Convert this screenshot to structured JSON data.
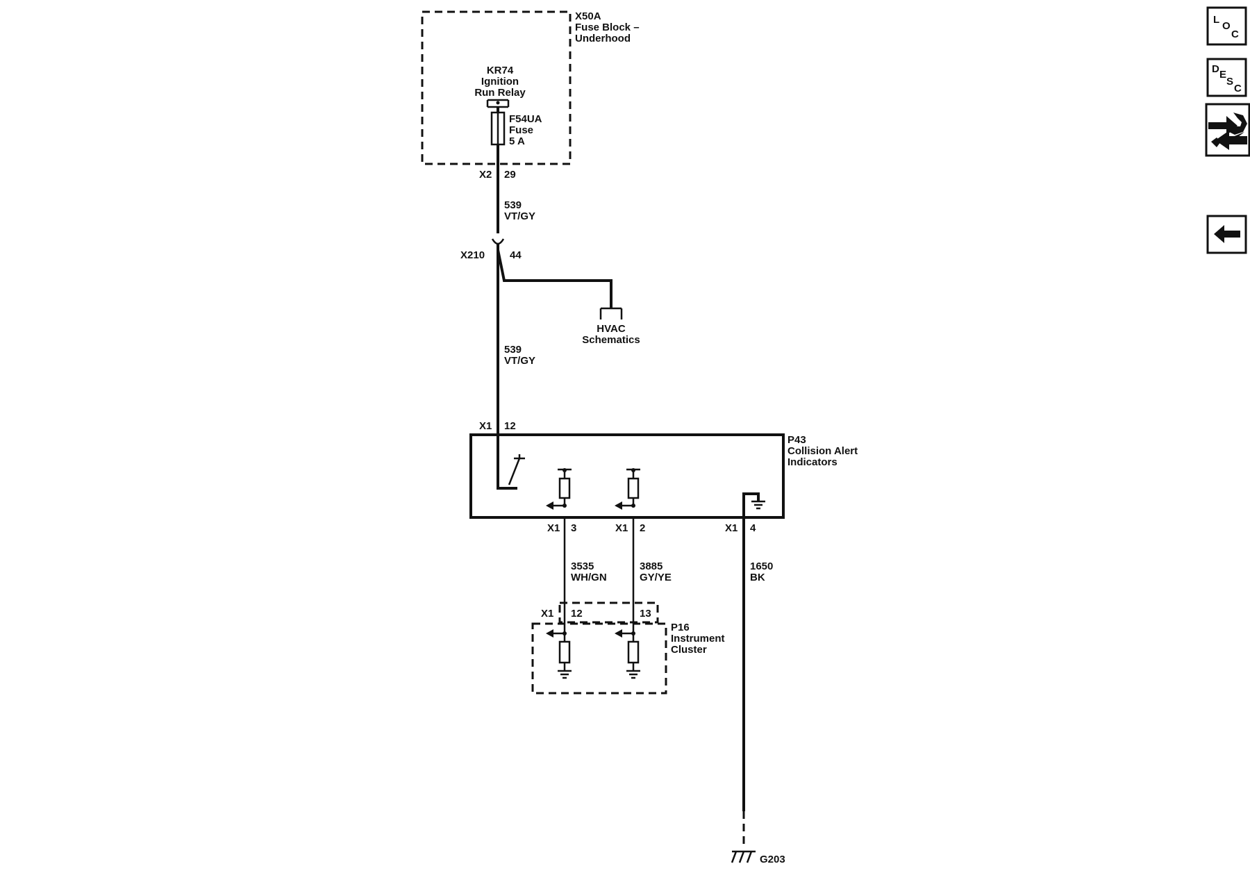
{
  "fuse_block": {
    "ref": "X50A",
    "line1": "Fuse Block –",
    "line2": "Underhood"
  },
  "relay": {
    "ref": "KR74",
    "line1": "Ignition",
    "line2": "Run Relay"
  },
  "fuse": {
    "ref": "F54UA",
    "line1": "Fuse",
    "line2": "5 A"
  },
  "fuse_block_pin": {
    "connector": "X2",
    "pin": "29"
  },
  "wire_top": {
    "circuit": "539",
    "color": "VT/GY"
  },
  "inline_connector": {
    "ref": "X210",
    "pin": "44"
  },
  "hvac_link": {
    "line1": "HVAC",
    "line2": "Schematics"
  },
  "wire_mid": {
    "circuit": "539",
    "color": "VT/GY"
  },
  "collision_module": {
    "ref": "P43",
    "line1": "Collision Alert",
    "line2": "Indicators",
    "input": {
      "connector": "X1",
      "pin": "12"
    },
    "outputs": [
      {
        "connector": "X1",
        "pin": "3",
        "circuit": "3535",
        "color": "WH/GN"
      },
      {
        "connector": "X1",
        "pin": "2",
        "circuit": "3885",
        "color": "GY/YE"
      },
      {
        "connector": "X1",
        "pin": "4",
        "circuit": "1650",
        "color": "BK"
      }
    ]
  },
  "instrument_cluster": {
    "ref": "P16",
    "line1": "Instrument",
    "line2": "Cluster",
    "connector": "X1",
    "pins": [
      "12",
      "13"
    ]
  },
  "ground": {
    "ref": "G203"
  },
  "nav": {
    "loc": {
      "big": "L",
      "sub1": "O",
      "sub2": "C"
    },
    "desc": {
      "big": "D",
      "sub1": "E",
      "sub2": "S",
      "sub3": "C"
    },
    "tools_icon": "wrench-and-arrows-icon",
    "back_icon": "arrow-left-icon"
  }
}
